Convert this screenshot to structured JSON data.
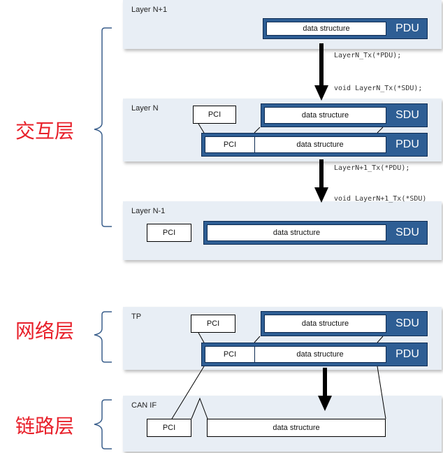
{
  "layers": {
    "n_plus_1": {
      "title": "Layer N+1",
      "data": "data structure",
      "tag": "PDU"
    },
    "n": {
      "title": "Layer N",
      "pci": "PCI",
      "sdu_data": "data structure",
      "sdu_tag": "SDU",
      "pdu_pci": "PCI",
      "pdu_data": "data structure",
      "pdu_tag": "PDU"
    },
    "n_minus_1": {
      "title": "Layer N-1",
      "pci": "PCI",
      "data": "data structure",
      "tag": "SDU"
    },
    "tp": {
      "title": "TP",
      "pci": "PCI",
      "sdu_data": "data structure",
      "sdu_tag": "SDU",
      "pdu_pci": "PCI",
      "pdu_data": "data structure",
      "pdu_tag": "PDU"
    },
    "canif": {
      "title": "CAN IF",
      "pci": "PCI",
      "data": "data structure"
    }
  },
  "calls": {
    "tx1": "LayerN_Tx(*PDU);",
    "rx1": "void LayerN_Tx(*SDU);",
    "tx2": "LayerN+1_Tx(*PDU);",
    "rx2": "void LayerN+1_Tx(*SDU)"
  },
  "side_labels": {
    "interaction": "交互层",
    "network": "网络层",
    "link": "链路层"
  },
  "colors": {
    "frame": "#2e5e94",
    "layer_bg": "#e8eef5",
    "side_label": "#e8202a"
  }
}
